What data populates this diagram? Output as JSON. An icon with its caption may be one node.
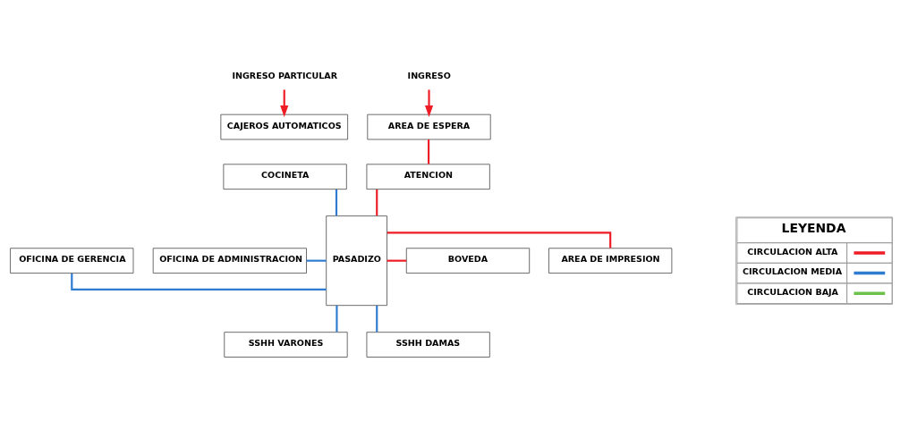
{
  "diagram": {
    "nodes": [
      {
        "text": [
          "INGRESO PARTICULAR"
        ]
      },
      {
        "text": [
          "INGRESO"
        ]
      },
      {
        "text": [
          "CAJEROS AUTOMATICOS"
        ]
      },
      {
        "text": [
          "AREA DE ESPERA"
        ]
      },
      {
        "text": [
          "COCINETA"
        ]
      },
      {
        "text": [
          "ATENCION"
        ]
      },
      {
        "text": [
          "OFICINA DE GERENCIA"
        ]
      },
      {
        "text": [
          "PASADIZO"
        ]
      },
      {
        "text": [
          "AREA DE IMPRESION"
        ]
      },
      {
        "text": [
          "OFICINA DE ADMINISTRACION"
        ]
      },
      {
        "text": [
          "BOVEDA"
        ]
      },
      {
        "text": [
          "SSHH VARONES"
        ]
      },
      {
        "text": [
          "SSHH DAMAS"
        ]
      }
    ],
    "edges": [
      {
        "from": 0,
        "to": 2,
        "arrow": "to",
        "color": "#ee1c25"
      },
      {
        "from": 1,
        "to": 3,
        "arrow": "to",
        "color": "#ee1c25"
      },
      {
        "from": 3,
        "to": 5,
        "arrow": "none",
        "color": "#ee1c25"
      },
      {
        "from": 5,
        "to": 7,
        "arrow": "none",
        "color": "#ee1c25"
      },
      {
        "from": 4,
        "to": 7,
        "arrow": "none",
        "color": "#2f7bd0"
      },
      {
        "from": 6,
        "to": 7,
        "arrow": "none",
        "color": "#2f7bd0"
      },
      {
        "from": 7,
        "to": 8,
        "arrow": "none",
        "color": "#ee1c25"
      },
      {
        "from": 9,
        "to": 7,
        "arrow": "none",
        "color": "#2f7bd0"
      },
      {
        "from": 7,
        "to": 10,
        "arrow": "none",
        "color": "#ee1c25"
      },
      {
        "from": 7,
        "to": 11,
        "arrow": "none",
        "color": "#2f7bd0"
      },
      {
        "from": 7,
        "to": 12,
        "arrow": "none",
        "color": "#2f7bd0"
      }
    ],
    "labels": [
      "LEYENDA"
    ],
    "legend": [
      {
        "text": "CIRCULACION ALTA",
        "color": "#ee1c25"
      },
      {
        "text": "CIRCULACION MEDIA",
        "color": "#2f7bd0"
      },
      {
        "text": "CIRCULACION BAJA",
        "color": "#6cc24a"
      }
    ]
  }
}
